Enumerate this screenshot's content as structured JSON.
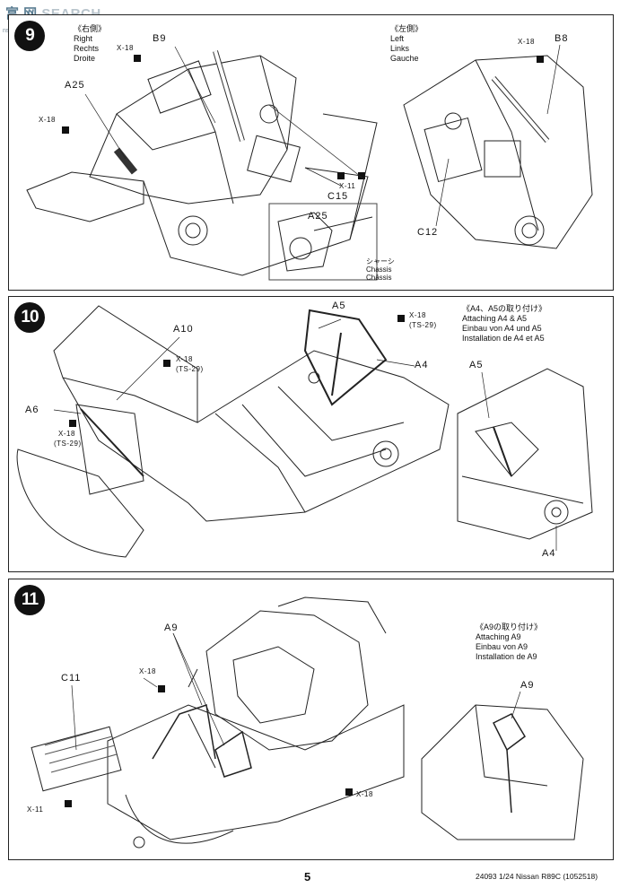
{
  "watermark": {
    "site": "SEARCH",
    "chars": "富 网",
    "small": "nsp.com"
  },
  "step9": {
    "number": "9",
    "right_heading": "《右側》",
    "right_en": "Right",
    "right_de": "Rechts",
    "right_fr": "Droite",
    "left_heading": "《左側》",
    "left_en": "Left",
    "left_de": "Links",
    "left_fr": "Gauche",
    "part_b9": "B9",
    "part_a25": "A25",
    "part_x18_a": "X-18",
    "part_x18_b": "X-18",
    "part_c15": "C15",
    "part_x11": "X-11",
    "part_b8": "B8",
    "part_x18_c": "X-18",
    "part_c12": "C12",
    "inset_a25": "A25",
    "inset_chassis_jp": "シャーシ",
    "inset_chassis_1": "Chassis",
    "inset_chassis_2": "Châssis"
  },
  "step10": {
    "number": "10",
    "part_a10": "A10",
    "part_a6": "A6",
    "part_a5": "A5",
    "part_a4": "A4",
    "x18_1": "X-18",
    "ts29_1": "(TS-29)",
    "x18_2": "X-18",
    "ts29_2": "(TS-29)",
    "x18_3": "X-18",
    "ts29_3": "(TS-29)",
    "heading_jp": "《A4、A5の取り付け》",
    "heading_en": "Attaching A4 & A5",
    "heading_de": "Einbau von A4 und A5",
    "heading_fr": "Installation de A4 et A5",
    "inset_a5": "A5",
    "inset_a4": "A4"
  },
  "step11": {
    "number": "11",
    "part_a9": "A9",
    "part_c11": "C11",
    "x18_1": "X-18",
    "x18_2": "X-18",
    "x11": "X-11",
    "heading_jp": "《A9の取り付け》",
    "heading_en": "Attaching A9",
    "heading_de": "Einbau von A9",
    "heading_fr": "Installation de A9",
    "inset_a9": "A9"
  },
  "footer": {
    "page": "5",
    "code": "24093  1/24 Nissan R89C (1052518)"
  }
}
